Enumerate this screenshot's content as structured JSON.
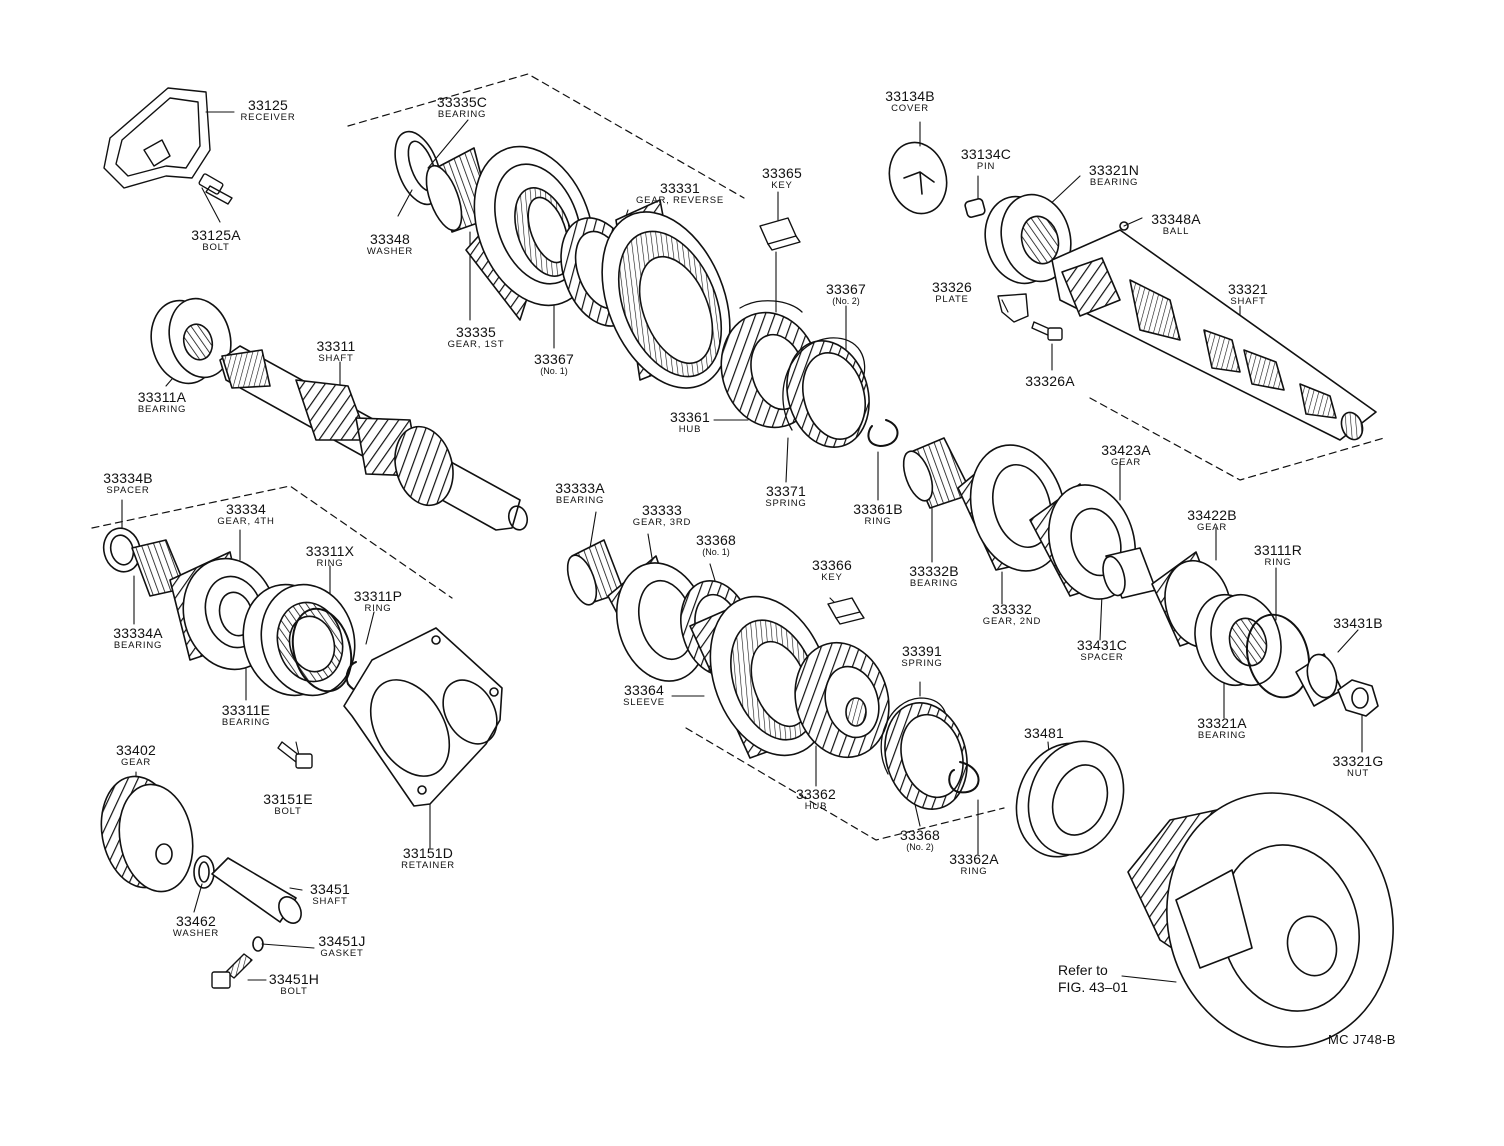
{
  "parts": {
    "p33125": {
      "num": "33125",
      "desc": "RECEIVER"
    },
    "p33125A": {
      "num": "33125A",
      "desc": "BOLT"
    },
    "p33335C": {
      "num": "33335C",
      "desc": "BEARING"
    },
    "p33348": {
      "num": "33348",
      "desc": "WASHER"
    },
    "p33335": {
      "num": "33335",
      "desc": "GEAR, 1ST"
    },
    "p33331": {
      "num": "33331",
      "desc": "GEAR, REVERSE"
    },
    "p33367_1": {
      "num": "33367",
      "sub": "(No. 1)"
    },
    "p33365": {
      "num": "33365",
      "desc": "KEY"
    },
    "p33367_2": {
      "num": "33367",
      "sub": "(No. 2)"
    },
    "p33361": {
      "num": "33361",
      "desc": "HUB"
    },
    "p33371": {
      "num": "33371",
      "desc": "SPRING"
    },
    "p33361B": {
      "num": "33361B",
      "desc": "RING"
    },
    "p33134B": {
      "num": "33134B",
      "desc": "COVER"
    },
    "p33134C": {
      "num": "33134C",
      "desc": "PIN"
    },
    "p33321N": {
      "num": "33321N",
      "desc": "BEARING"
    },
    "p33348A": {
      "num": "33348A",
      "desc": "BALL"
    },
    "p33326": {
      "num": "33326",
      "desc": "PLATE"
    },
    "p33326A": {
      "num": "33326A"
    },
    "p33321": {
      "num": "33321",
      "desc": "SHAFT"
    },
    "p33311A": {
      "num": "33311A",
      "desc": "BEARING"
    },
    "p33311": {
      "num": "33311",
      "desc": "SHAFT"
    },
    "p33334B": {
      "num": "33334B",
      "desc": "SPACER"
    },
    "p33334": {
      "num": "33334",
      "desc": "GEAR, 4TH"
    },
    "p33311X": {
      "num": "33311X",
      "desc": "RING"
    },
    "p33311P": {
      "num": "33311P",
      "desc": "RING"
    },
    "p33334A": {
      "num": "33334A",
      "desc": "BEARING"
    },
    "p33311E": {
      "num": "33311E",
      "desc": "BEARING"
    },
    "p33402": {
      "num": "33402",
      "desc": "GEAR"
    },
    "p33151E": {
      "num": "33151E",
      "desc": "BOLT"
    },
    "p33151D": {
      "num": "33151D",
      "desc": "RETAINER"
    },
    "p33462": {
      "num": "33462",
      "desc": "WASHER"
    },
    "p33451": {
      "num": "33451",
      "desc": "SHAFT"
    },
    "p33451J": {
      "num": "33451J",
      "desc": "GASKET"
    },
    "p33451H": {
      "num": "33451H",
      "desc": "BOLT"
    },
    "p33333A": {
      "num": "33333A",
      "desc": "BEARING"
    },
    "p33333": {
      "num": "33333",
      "desc": "GEAR, 3RD"
    },
    "p33368_1": {
      "num": "33368",
      "sub": "(No. 1)"
    },
    "p33366": {
      "num": "33366",
      "desc": "KEY"
    },
    "p33364": {
      "num": "33364",
      "desc": "SLEEVE"
    },
    "p33362": {
      "num": "33362",
      "desc": "HUB"
    },
    "p33391": {
      "num": "33391",
      "desc": "SPRING"
    },
    "p33368_2": {
      "num": "33368",
      "sub": "(No. 2)"
    },
    "p33362A": {
      "num": "33362A",
      "desc": "RING"
    },
    "p33332B": {
      "num": "33332B",
      "desc": "BEARING"
    },
    "p33332": {
      "num": "33332",
      "desc": "GEAR, 2ND"
    },
    "p33423A": {
      "num": "33423A",
      "desc": "GEAR"
    },
    "p33431C": {
      "num": "33431C",
      "desc": "SPACER"
    },
    "p33422B": {
      "num": "33422B",
      "desc": "GEAR"
    },
    "p33111R": {
      "num": "33111R",
      "desc": "RING"
    },
    "p33431B": {
      "num": "33431B"
    },
    "p33321A": {
      "num": "33321A",
      "desc": "BEARING"
    },
    "p33321G": {
      "num": "33321G",
      "desc": "NUT"
    },
    "p33481": {
      "num": "33481"
    }
  },
  "note": {
    "line1": "Refer to",
    "line2": "FIG. 43–01"
  },
  "figure_code": "MC J748-B"
}
